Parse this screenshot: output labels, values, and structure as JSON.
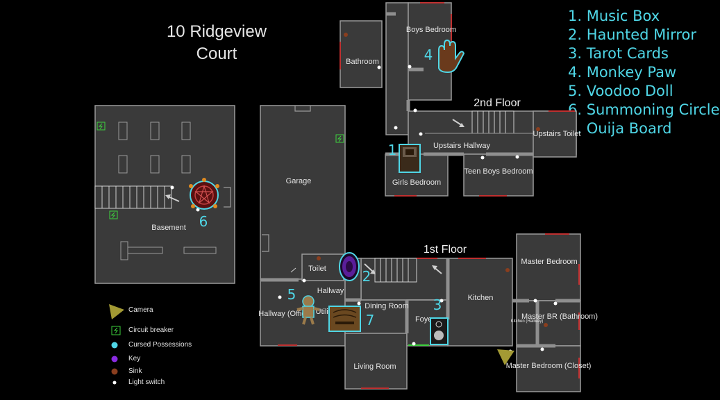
{
  "title": {
    "line1": "10 Ridgeview",
    "line2": "Court"
  },
  "possessions": [
    "1. Music Box",
    "2. Haunted Mirror",
    "3. Tarot Cards",
    "4. Monkey Paw",
    "5. Voodoo Doll",
    "6. Summoning Circle",
    "7. Ouija Board"
  ],
  "floors": {
    "second": "2nd Floor",
    "first": "1st Floor"
  },
  "rooms": {
    "bathroom": "Bathroom",
    "boys_bedroom": "Boys Bedroom",
    "upstairs_hallway": "Upstairs Hallway",
    "upstairs_toilet": "Upstairs Toilet",
    "girls_bedroom": "Girls Bedroom",
    "teen_boys_bedroom": "Teen Boys Bedroom",
    "garage": "Garage",
    "basement": "Basement",
    "toilet": "Toilet",
    "hallway": "Hallway",
    "hallway_office": "Hallway (Office)",
    "utility": "Utility",
    "dining_room": "Dining Room",
    "foyer": "Foyer",
    "kitchen": "Kitchen",
    "living_room": "Living Room",
    "master_bedroom": "Master Bedroom",
    "kitchen_hallway": "Kitchen (Hallway)",
    "master_br_bathroom": "Master BR (Bathroom)",
    "master_bedroom_closet": "Master Bedroom (Closet)"
  },
  "markers": {
    "n1": "1",
    "n2": "2",
    "n3": "3",
    "n4": "4",
    "n5": "5",
    "n6": "6",
    "n7": "7"
  },
  "legend": {
    "camera": "Camera",
    "circuit_breaker": "Circuit breaker",
    "cursed": "Cursed Possessions",
    "key": "Key",
    "sink": "Sink",
    "switch": "Light switch"
  },
  "colors": {
    "cursed": "#4fd6e6",
    "key": "#8a2be2",
    "sink": "#8a3e1e",
    "switch": "#ffffff",
    "camera": "#a39a34",
    "breaker": "#3dd13d",
    "room_fill": "#3a3a3a",
    "wall": "#9a9a9a"
  }
}
